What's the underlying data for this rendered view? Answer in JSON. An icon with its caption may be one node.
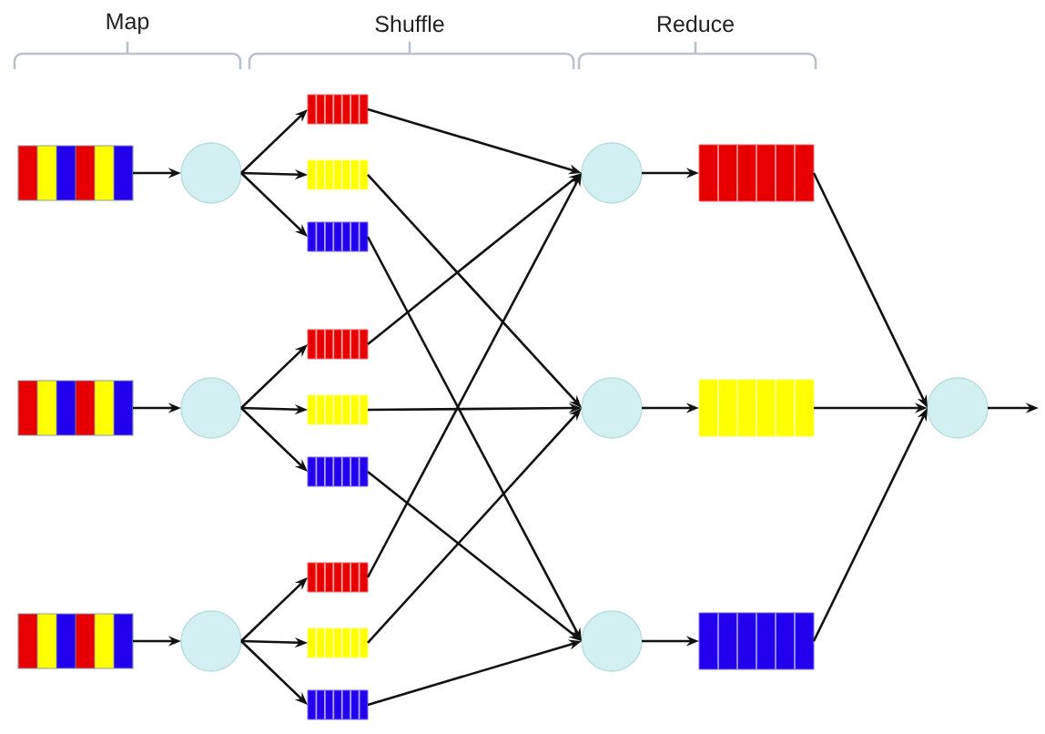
{
  "diagram": {
    "nodes": [
      {
        "text": [],
        "shape": "box"
      },
      {
        "text": [],
        "shape": "box"
      },
      {
        "text": [],
        "shape": "box"
      },
      {
        "text": [],
        "shape": "circle"
      },
      {
        "text": [],
        "shape": "circle"
      },
      {
        "text": [],
        "shape": "circle"
      },
      {
        "text": [],
        "shape": "box"
      },
      {
        "text": [],
        "shape": "box"
      },
      {
        "text": [],
        "shape": "box"
      },
      {
        "text": [],
        "shape": "box"
      },
      {
        "text": [],
        "shape": "box"
      },
      {
        "text": [],
        "shape": "box"
      },
      {
        "text": [],
        "shape": "box"
      },
      {
        "text": [],
        "shape": "box"
      },
      {
        "text": [],
        "shape": "box"
      },
      {
        "text": [],
        "shape": "circle"
      },
      {
        "text": [],
        "shape": "circle"
      },
      {
        "text": [],
        "shape": "circle"
      },
      {
        "text": [],
        "shape": "box"
      },
      {
        "text": [],
        "shape": "box"
      },
      {
        "text": [],
        "shape": "box"
      },
      {
        "text": [],
        "shape": "circle"
      }
    ],
    "edges": [
      {
        "from": 0,
        "to": 3,
        "arrow": "to"
      },
      {
        "from": 1,
        "to": 4,
        "arrow": "to"
      },
      {
        "from": 2,
        "to": 5,
        "arrow": "to"
      },
      {
        "from": 3,
        "to": 6,
        "arrow": "to"
      },
      {
        "from": 3,
        "to": 7,
        "arrow": "to"
      },
      {
        "from": 3,
        "to": 8,
        "arrow": "to"
      },
      {
        "from": 4,
        "to": 9,
        "arrow": "to"
      },
      {
        "from": 4,
        "to": 10,
        "arrow": "to"
      },
      {
        "from": 4,
        "to": 11,
        "arrow": "to"
      },
      {
        "from": 5,
        "to": 12,
        "arrow": "to"
      },
      {
        "from": 5,
        "to": 13,
        "arrow": "to"
      },
      {
        "from": 5,
        "to": 14,
        "arrow": "to"
      },
      {
        "from": 6,
        "to": 15,
        "arrow": "to"
      },
      {
        "from": 7,
        "to": 16,
        "arrow": "to"
      },
      {
        "from": 8,
        "to": 17,
        "arrow": "to"
      },
      {
        "from": 9,
        "to": 15,
        "arrow": "to"
      },
      {
        "from": 10,
        "to": 16,
        "arrow": "to"
      },
      {
        "from": 11,
        "to": 17,
        "arrow": "to"
      },
      {
        "from": 12,
        "to": 15,
        "arrow": "to"
      },
      {
        "from": 13,
        "to": 16,
        "arrow": "to"
      },
      {
        "from": 14,
        "to": 17,
        "arrow": "to"
      },
      {
        "from": 15,
        "to": 18,
        "arrow": "to"
      },
      {
        "from": 16,
        "to": 19,
        "arrow": "to"
      },
      {
        "from": 17,
        "to": 20,
        "arrow": "to"
      },
      {
        "from": 18,
        "to": 21,
        "arrow": "to"
      },
      {
        "from": 19,
        "to": 21,
        "arrow": "to"
      },
      {
        "from": 20,
        "to": 21,
        "arrow": "to"
      },
      {
        "from": 21,
        "to": null,
        "arrow": "to"
      }
    ],
    "labels": [
      "Map",
      "Shuffle",
      "Reduce"
    ]
  }
}
